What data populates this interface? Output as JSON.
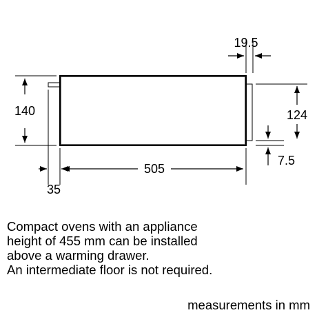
{
  "dimensions": {
    "height_left": "140",
    "side_offset": "35",
    "depth": "505",
    "front_thickness": "19.5",
    "front_height": "124",
    "bottom_offset": "7.5"
  },
  "note_lines": [
    "Compact ovens with an appliance",
    "height of 455 mm can be installed",
    "above a warming drawer.",
    "An intermediate floor is not required."
  ],
  "units_label": "measurements in mm"
}
